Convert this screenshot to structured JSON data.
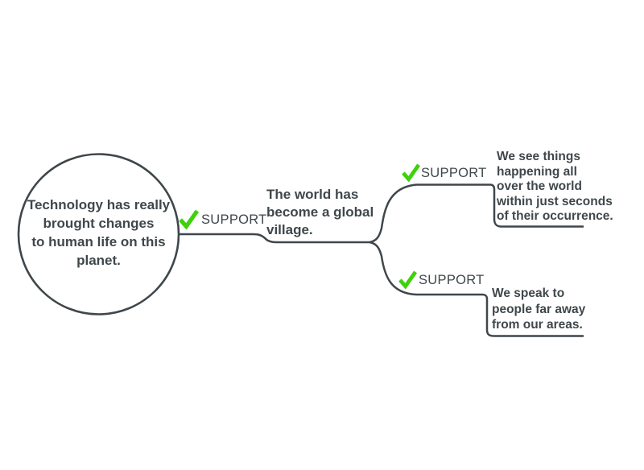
{
  "colors": {
    "line": "#3f474b",
    "text": "#3f474b",
    "check_green": "#3ed10c",
    "background": "#ffffff"
  },
  "root_node": {
    "text": "Technology has really\nbrought changes\nto human life on this\nplanet."
  },
  "level1_node": {
    "label": "SUPPORT",
    "text": "The world has\nbecome a global\nvillage."
  },
  "branches": [
    {
      "label": "SUPPORT",
      "text": "We see things\nhappening all\nover the world\nwithin just seconds\nof their occurrence."
    },
    {
      "label": "SUPPORT",
      "text": "We speak to\npeople far away\nfrom our areas."
    }
  ]
}
